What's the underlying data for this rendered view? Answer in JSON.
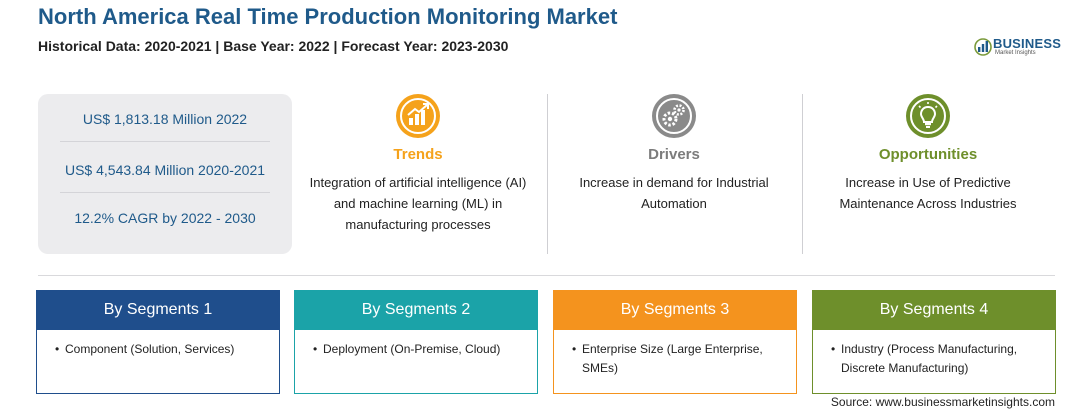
{
  "header": {
    "title": "North America Real Time Production Monitoring Market",
    "subtitle": "Historical Data: 2020-2021 | Base Year: 2022 | Forecast Year: 2023-2030"
  },
  "logo": {
    "name": "BUSINESS",
    "tagline": "Market Insights",
    "color": "#1f5a8a"
  },
  "stats": [
    "US$ 1,813.18 Million 2022",
    "US$ 4,543.84 Million 2020-2021",
    "12.2% CAGR by 2022 - 2030"
  ],
  "columns": [
    {
      "icon": "bar-chart-growth-icon",
      "title": "Trends",
      "color": "#f5a21b",
      "text": "Integration of artificial intelligence (AI) and machine learning (ML) in manufacturing processes"
    },
    {
      "icon": "gears-icon",
      "title": "Drivers",
      "color": "#8a8a8a",
      "text": "Increase in demand for Industrial Automation"
    },
    {
      "icon": "lightbulb-icon",
      "title": "Opportunities",
      "color": "#6e8f2b",
      "text": "Increase in Use of Predictive Maintenance Across Industries"
    }
  ],
  "segments": [
    {
      "title": "By Segments 1",
      "color": "#1f4e8c",
      "item": "Component (Solution, Services)"
    },
    {
      "title": "By Segments 2",
      "color": "#1ba3a8",
      "item": "Deployment (On-Premise, Cloud)"
    },
    {
      "title": "By Segments 3",
      "color": "#f4931e",
      "item": "Enterprise Size (Large Enterprise, SMEs)"
    },
    {
      "title": "By Segments 4",
      "color": "#6e8f2b",
      "item": "Industry (Process Manufacturing, Discrete Manufacturing)"
    }
  ],
  "bullet": "•",
  "source": "Source: www.businessmarketinsights.com"
}
